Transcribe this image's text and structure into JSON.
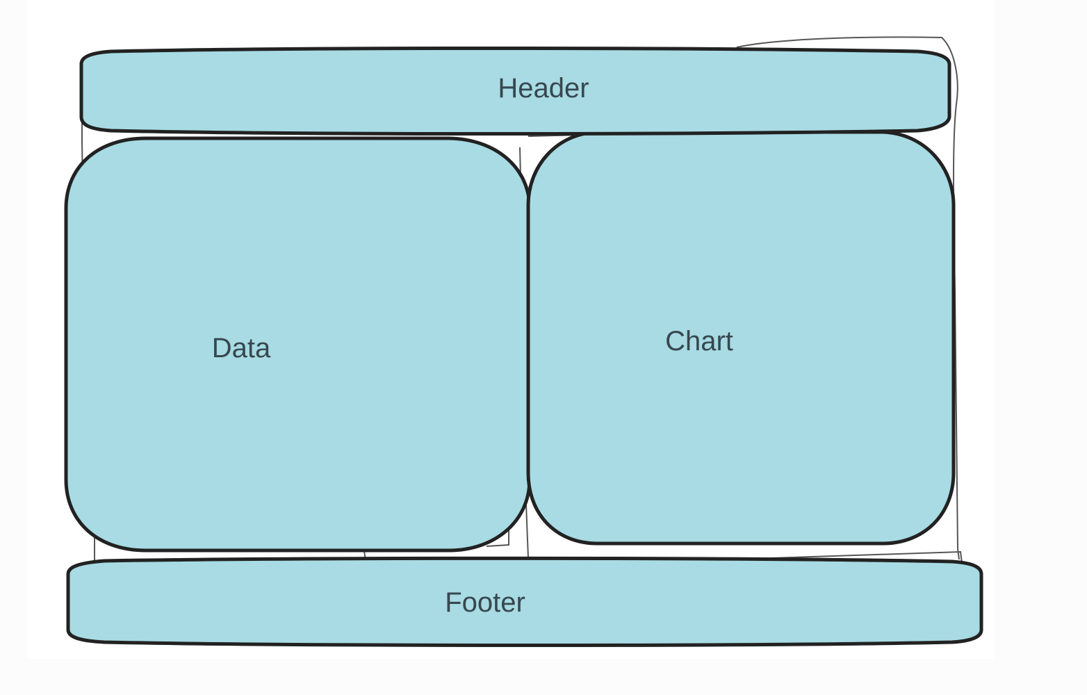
{
  "diagram": {
    "fill_color": "#a8dbe3",
    "stroke_color": "#222222",
    "text_color": "#37474f",
    "boxes": {
      "header": {
        "label": "Header"
      },
      "data": {
        "label": "Data"
      },
      "chart": {
        "label": "Chart"
      },
      "footer": {
        "label": "Footer"
      }
    }
  }
}
